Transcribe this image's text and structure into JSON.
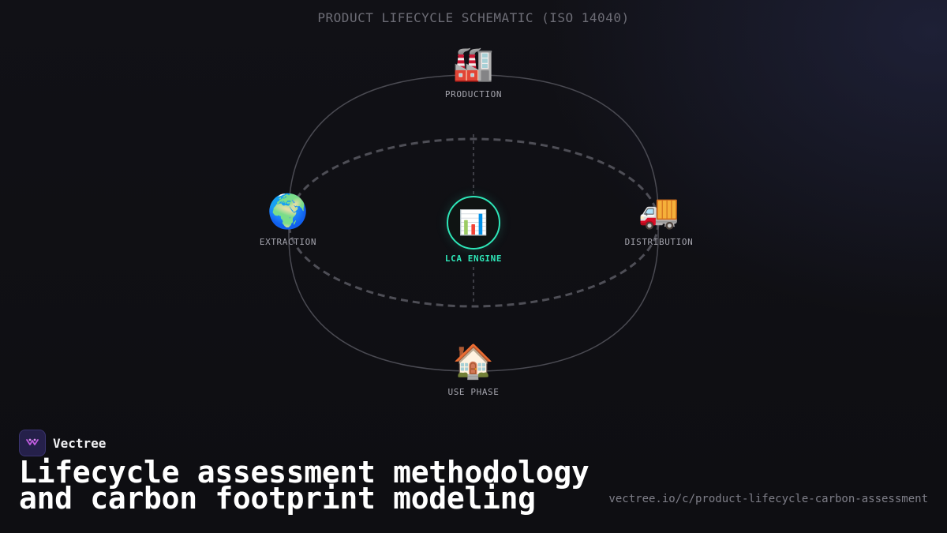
{
  "schematic": {
    "title": "PRODUCT LIFECYCLE SCHEMATIC (ISO 14040)",
    "center": {
      "icon": "bar-chart-icon",
      "glyph": "📊",
      "label": "LCA ENGINE",
      "accent": "#2ee6b8"
    },
    "stages": {
      "production": {
        "icon": "factory-icon",
        "glyph": "🏭",
        "label": "PRODUCTION"
      },
      "extraction": {
        "icon": "globe-icon",
        "glyph": "🌍",
        "label": "EXTRACTION"
      },
      "distribution": {
        "icon": "truck-icon",
        "glyph": "🚚",
        "label": "DISTRIBUTION"
      },
      "use_phase": {
        "icon": "house-icon",
        "glyph": "🏠",
        "label": "USE PHASE"
      }
    }
  },
  "brand": {
    "name": "Vectree",
    "logo_color": "#25204a",
    "logo_icon": "vectree-logo-icon"
  },
  "headline": {
    "line1": "Lifecycle assessment methodology",
    "line2": "and carbon footprint modeling"
  },
  "url": "vectree.io/c/product-lifecycle-carbon-assessment"
}
